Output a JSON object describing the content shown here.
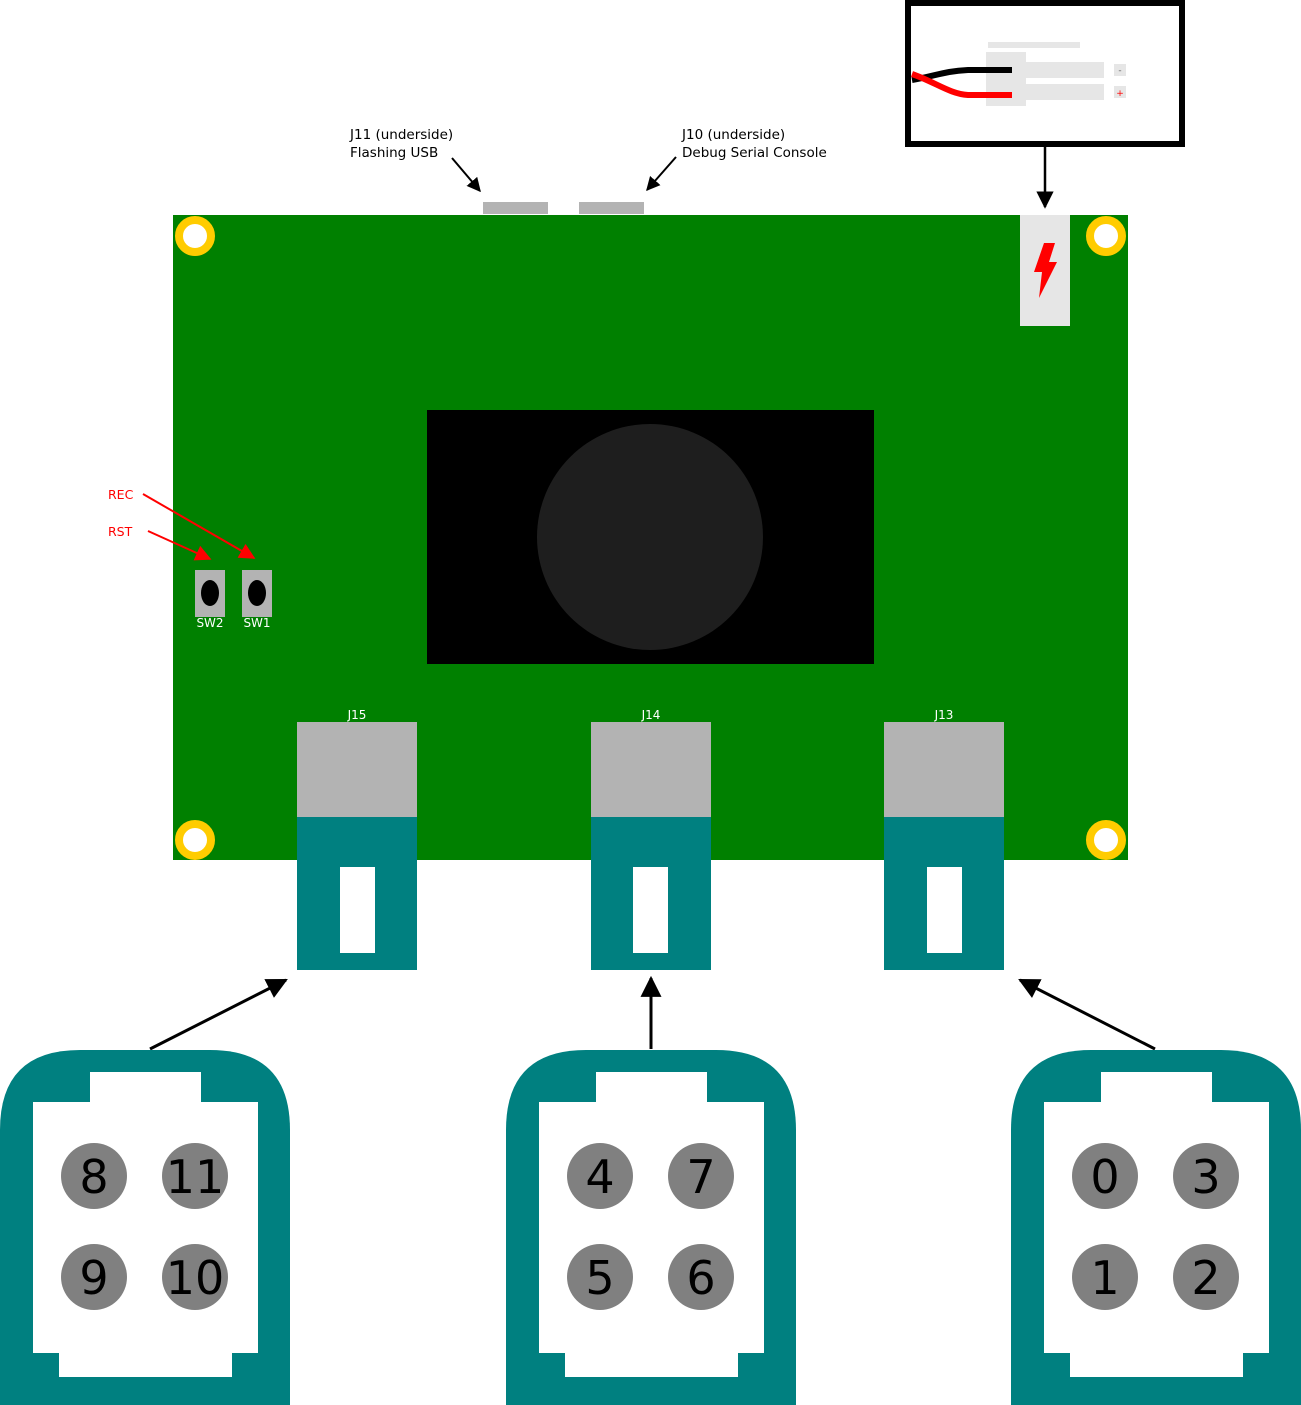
{
  "colors": {
    "board": "#008000",
    "teal": "#008080",
    "connector_grey": "#b3b3b3",
    "light_grey": "#e6e6e6",
    "mount_hole": "#ffcc00",
    "pin": "#808080",
    "red": "#ff0000",
    "dark_circle": "#1e1e1e"
  },
  "top_connectors": {
    "j11_line1": "J11 (underside)",
    "j11_line2": "Flashing USB",
    "j10_line1": "J10 (underside)",
    "j10_line2": "Debug Serial Console"
  },
  "power_inset": {
    "minus": "-",
    "plus": "+",
    "icon": "lightning-bolt-icon"
  },
  "buttons": {
    "rec_label": "REC",
    "rst_label": "RST",
    "sw2_label": "SW2",
    "sw1_label": "SW1"
  },
  "headers": {
    "j15": "J15",
    "j14": "J14",
    "j13": "J13"
  },
  "plugs": [
    {
      "pins": [
        "8",
        "11",
        "9",
        "10"
      ]
    },
    {
      "pins": [
        "4",
        "7",
        "5",
        "6"
      ]
    },
    {
      "pins": [
        "0",
        "3",
        "1",
        "2"
      ]
    }
  ]
}
